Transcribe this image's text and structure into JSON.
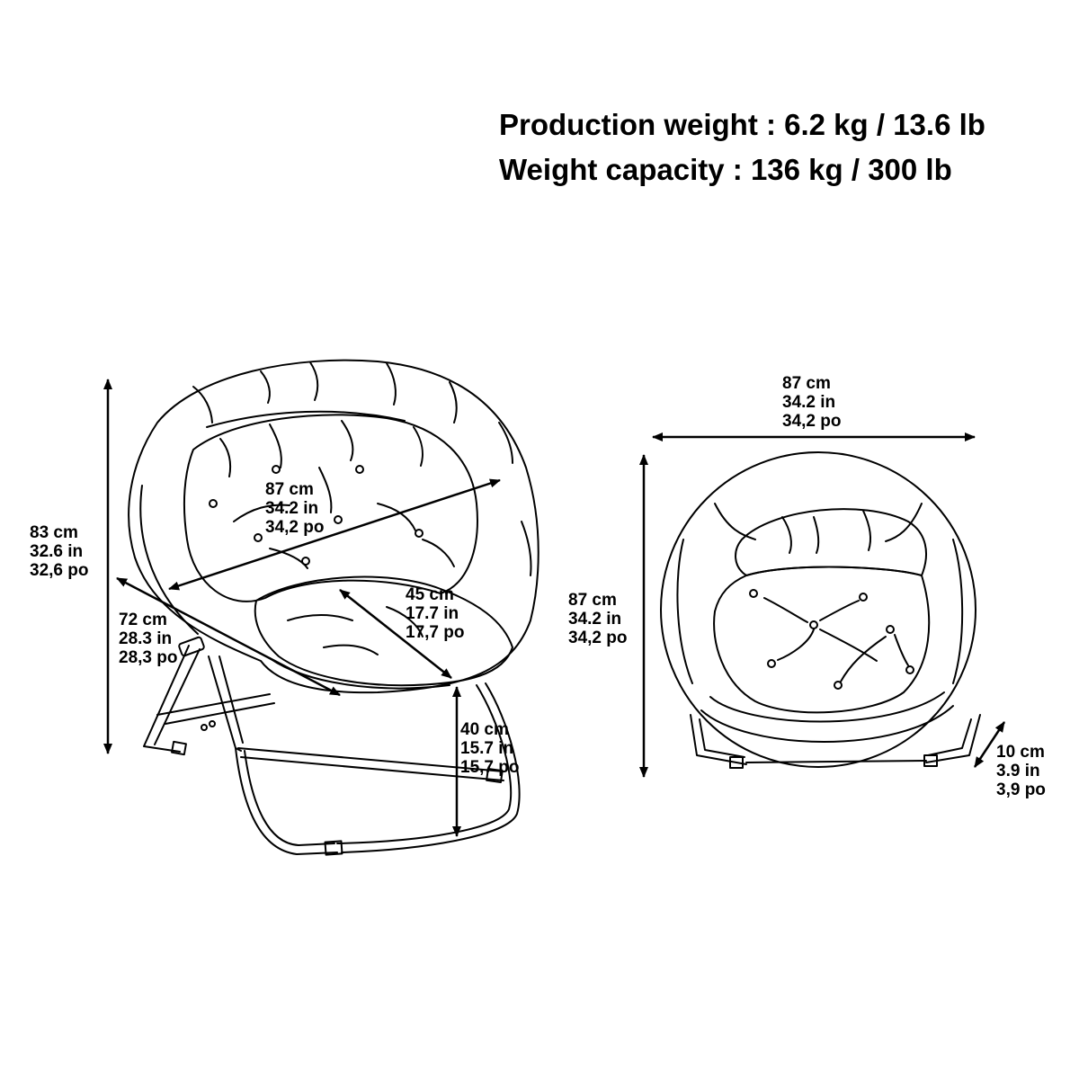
{
  "specs": {
    "production_weight": "Production weight : 6.2 kg / 13.6 lb",
    "weight_capacity": "Weight capacity : 136 kg / 300 lb"
  },
  "dimensions": {
    "height_total": {
      "cm": "83 cm",
      "in": "32.6 in",
      "po": "32,6 po"
    },
    "width_front": {
      "cm": "87 cm",
      "in": "34.2 in",
      "po": "34,2 po"
    },
    "seat_depth_side": {
      "cm": "72 cm",
      "in": "28.3 in",
      "po": "28,3 po"
    },
    "seat_depth_inner": {
      "cm": "45 cm",
      "in": "17.7 in",
      "po": "17,7 po"
    },
    "seat_height": {
      "cm": "40 cm",
      "in": "15.7 in",
      "po": "15,7 po"
    },
    "top_width": {
      "cm": "87 cm",
      "in": "34.2 in",
      "po": "34,2 po"
    },
    "top_height": {
      "cm": "87 cm",
      "in": "34.2 in",
      "po": "34,2 po"
    },
    "frame_clearance": {
      "cm": "10 cm",
      "in": "3.9 in",
      "po": "3,9 po"
    }
  },
  "colors": {
    "line": "#000000",
    "background": "#ffffff"
  }
}
